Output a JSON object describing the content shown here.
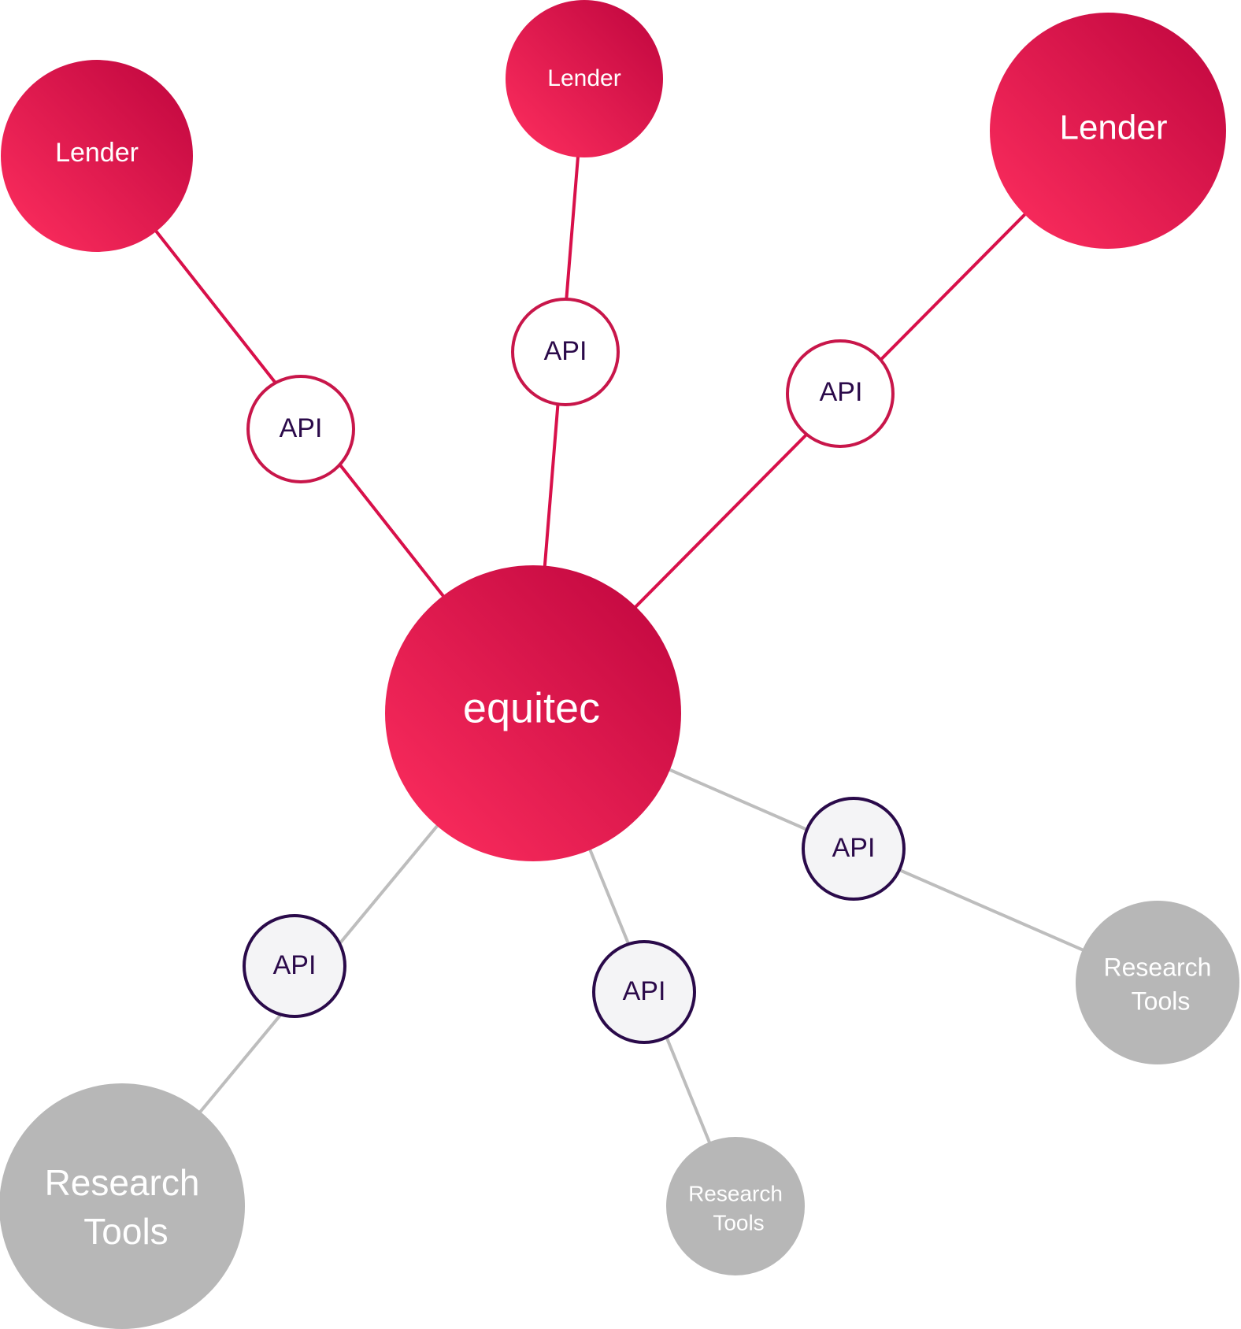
{
  "hub": {
    "label": "equitec"
  },
  "lenders": [
    {
      "label": "Lender"
    },
    {
      "label": "Lender"
    },
    {
      "label": "Lender"
    }
  ],
  "lender_api": [
    {
      "label": "API"
    },
    {
      "label": "API"
    },
    {
      "label": "API"
    }
  ],
  "research_api": [
    {
      "label": "API"
    },
    {
      "label": "API"
    },
    {
      "label": "API"
    }
  ],
  "research_tools": [
    {
      "line1": "Research",
      "line2": "Tools"
    },
    {
      "line1": "Research",
      "line2": "Tools"
    },
    {
      "line1": "Research",
      "line2": "Tools"
    }
  ],
  "colors": {
    "brand_red": "#c4073f",
    "brand_pink": "#ff2f5f",
    "api_red_border": "#c8164a",
    "api_dark_border": "#2a0a4a",
    "api_fill_light": "#f4f4f6",
    "grey_node": "#b7b7b7",
    "grey_line": "#bdbdbd"
  }
}
